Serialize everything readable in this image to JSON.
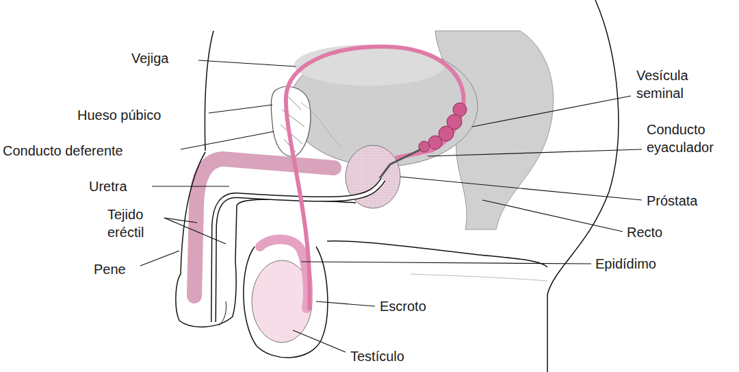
{
  "diagram": {
    "labels": [
      "Vejiga",
      "Hueso púbico",
      "Conducto deferente",
      "Uretra",
      "Tejido eréctil",
      "Pene",
      "Vesícula seminal",
      "Conducto eyaculador",
      "Próstata",
      "Recto",
      "Epidídimo",
      "Escroto",
      "Testículo"
    ]
  }
}
